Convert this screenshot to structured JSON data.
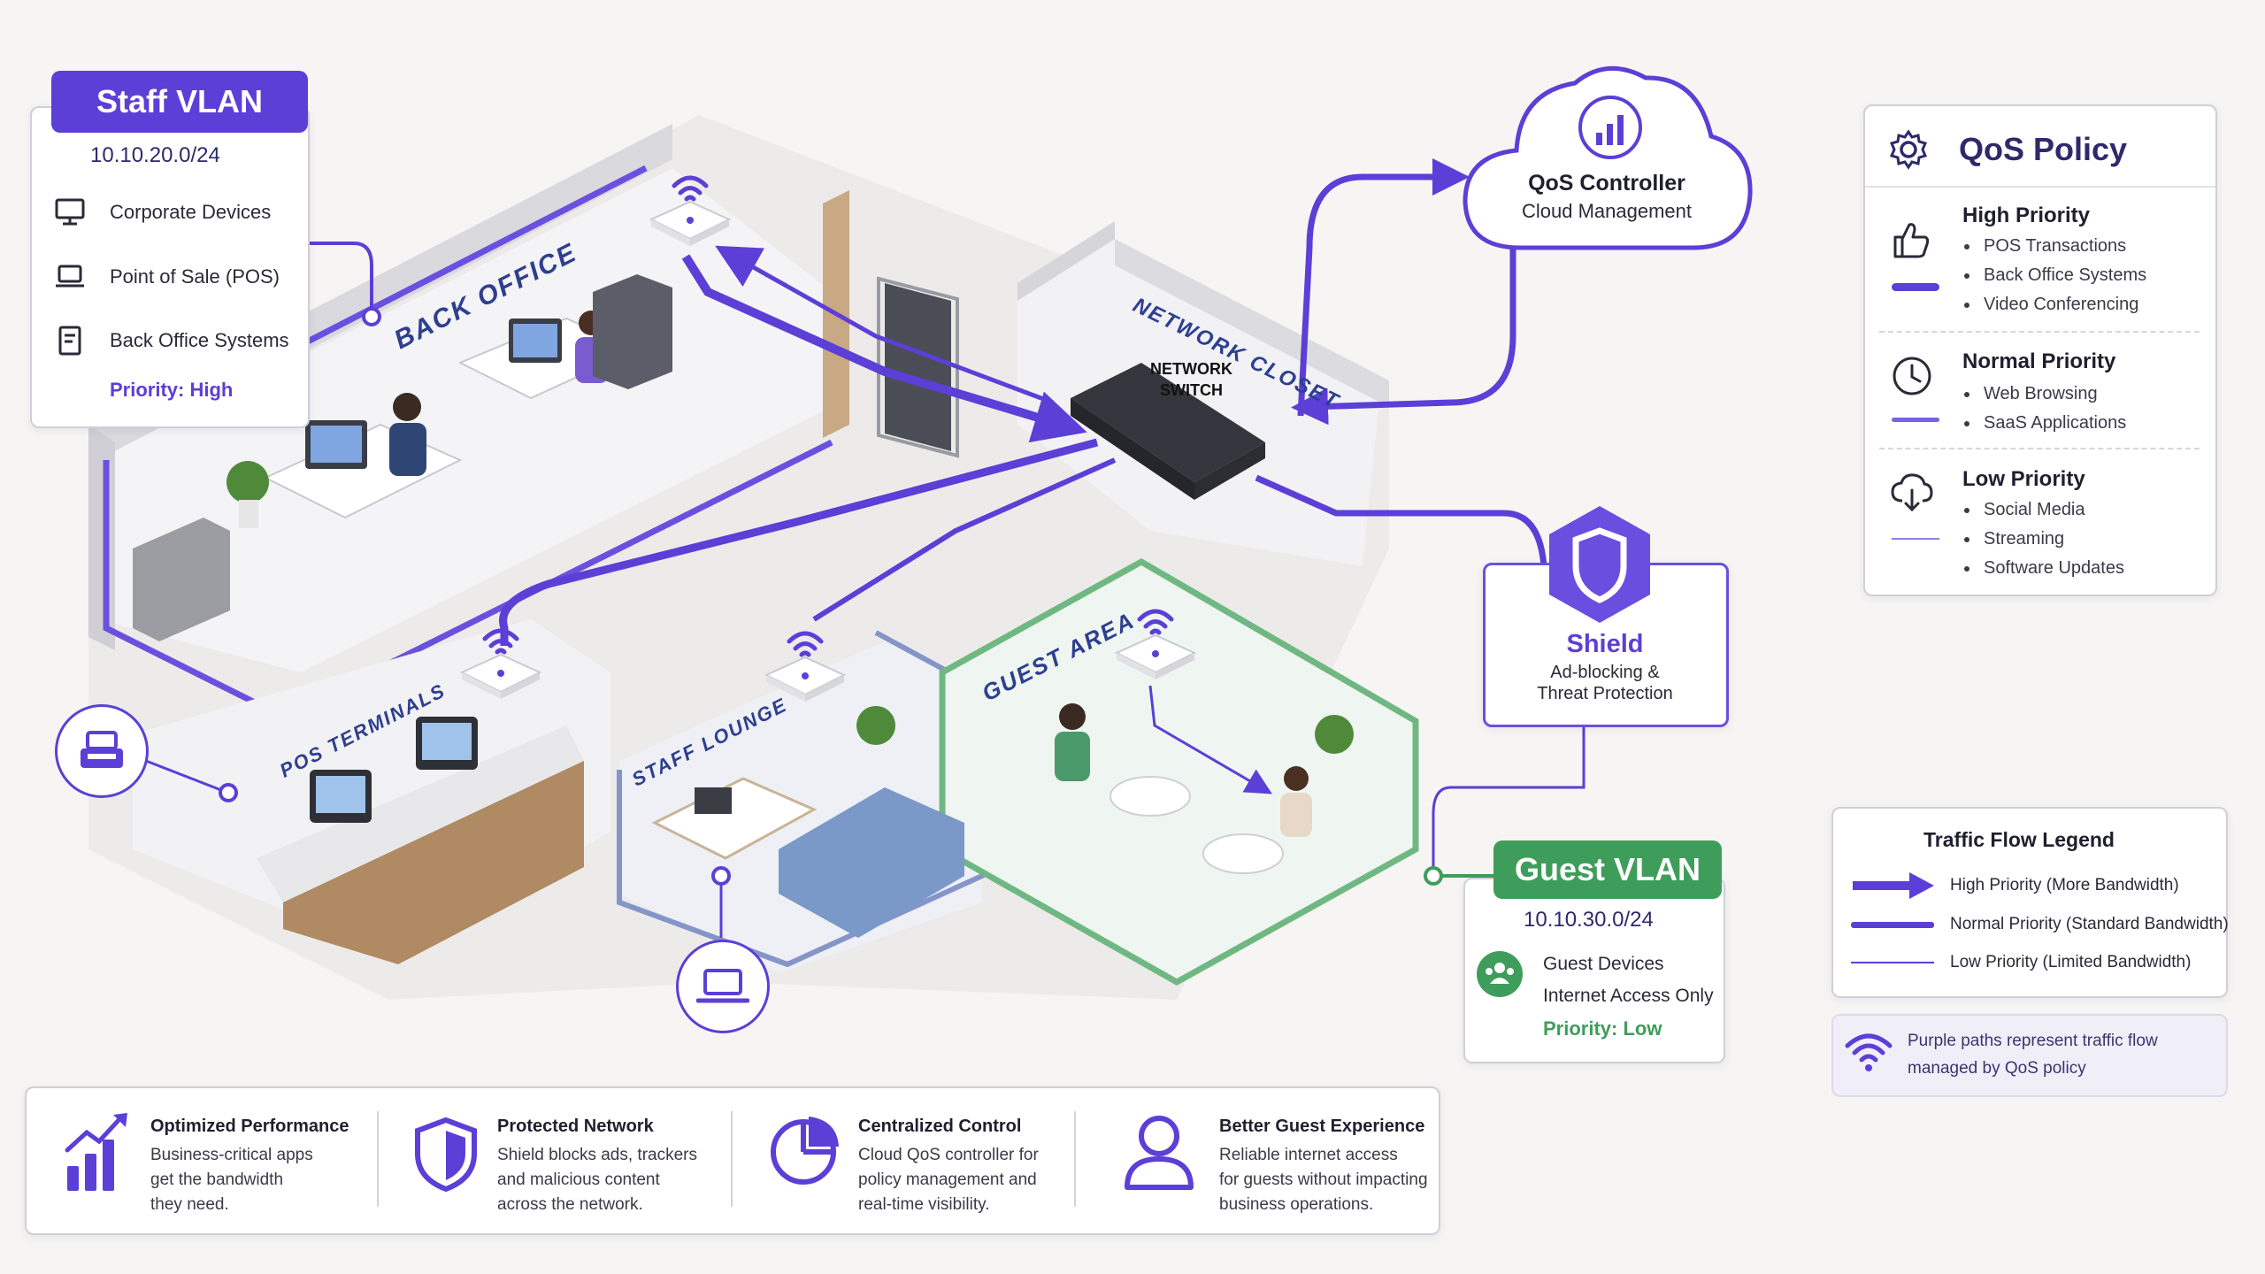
{
  "staff_vlan": {
    "title": "Staff VLAN",
    "subnet": "10.10.20.0/24",
    "devices": [
      "Corporate Devices",
      "Point of Sale (POS)",
      "Back Office Systems"
    ],
    "priority": "Priority: High"
  },
  "guest_vlan": {
    "title": "Guest VLAN",
    "subnet": "10.10.30.0/24",
    "line1": "Guest Devices",
    "line2": "Internet Access Only",
    "priority": "Priority: Low"
  },
  "controller": {
    "title": "QoS Controller",
    "subtitle": "Cloud Management"
  },
  "shield": {
    "title": "Shield",
    "subtitle_1": "Ad-blocking &",
    "subtitle_2": "Threat Protection"
  },
  "rooms": {
    "back_office": "BACK OFFICE",
    "network_closet": "NETWORK CLOSET",
    "switch_line1": "NETWORK",
    "switch_line2": "SWITCH",
    "pos_terminals": "POS TERMINALS",
    "staff_lounge": "STAFF LOUNGE",
    "guest_area": "GUEST AREA"
  },
  "qos_policy": {
    "title": "QoS Policy",
    "tiers": [
      {
        "name": "High Priority",
        "items": [
          "POS Transactions",
          "Back Office Systems",
          "Video Conferencing"
        ],
        "icon": "thumbs-up-icon"
      },
      {
        "name": "Normal Priority",
        "items": [
          "Web Browsing",
          "SaaS Applications"
        ],
        "icon": "clock-icon"
      },
      {
        "name": "Low Priority",
        "items": [
          "Social Media",
          "Streaming",
          "Software Updates"
        ],
        "icon": "cloud-download-icon"
      }
    ]
  },
  "legend": {
    "title": "Traffic Flow Legend",
    "entries": [
      "High Priority (More Bandwidth)",
      "Normal Priority (Standard Bandwidth)",
      "Low Priority (Limited Bandwidth)"
    ],
    "note_1": "Purple paths represent traffic flow",
    "note_2": "managed by QoS policy"
  },
  "features": [
    {
      "title": "Optimized Performance",
      "lines": [
        "Business-critical apps",
        "get the bandwidth",
        "they need."
      ],
      "icon": "bar-chart-icon"
    },
    {
      "title": "Protected Network",
      "lines": [
        "Shield blocks ads, trackers",
        "and malicious content",
        "across the network."
      ],
      "icon": "shield-icon"
    },
    {
      "title": "Centralized Control",
      "lines": [
        "Cloud QoS controller for",
        "policy management and",
        "real-time visibility."
      ],
      "icon": "pie-chart-icon"
    },
    {
      "title": "Better Guest Experience",
      "lines": [
        "Reliable internet access",
        "for guests without impacting",
        "business operations."
      ],
      "icon": "user-icon"
    }
  ],
  "colors": {
    "purple": "#5b3fd6",
    "green": "#3f9d5b",
    "staff_lounge_blue": "#8595c8",
    "text_dark": "#1f1f2e"
  }
}
